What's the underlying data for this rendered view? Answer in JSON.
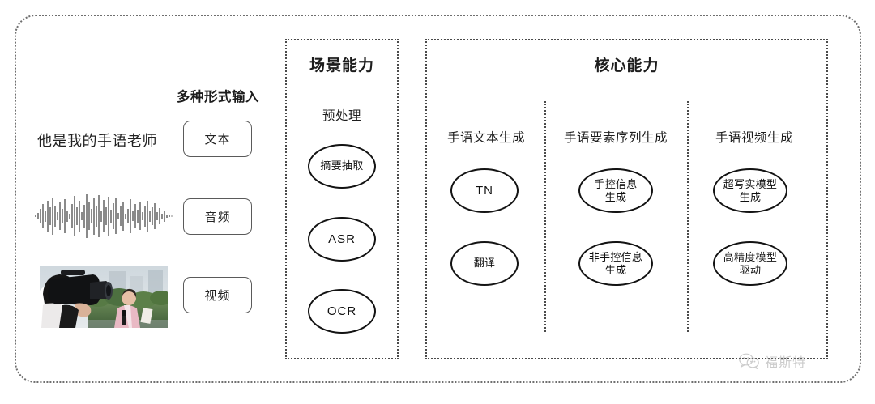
{
  "diagram": {
    "input_section": {
      "heading": "多种形式输入",
      "sample_text": "他是我的手语老师",
      "waveform_icon": "audio-waveform",
      "video_thumbnail_icon": "video-thumbnail",
      "modalities": [
        {
          "label": "文本"
        },
        {
          "label": "音频"
        },
        {
          "label": "视频"
        }
      ]
    },
    "scene_panel": {
      "title": "场景能力",
      "subtitle": "预处理",
      "nodes": [
        {
          "label": "摘要抽取",
          "latin": false
        },
        {
          "label": "ASR",
          "latin": true
        },
        {
          "label": "OCR",
          "latin": true
        }
      ]
    },
    "core_panel": {
      "title": "核心能力",
      "columns": [
        {
          "label": "手语文本生成",
          "nodes": [
            {
              "line1": "TN",
              "line2": "",
              "latin": true
            },
            {
              "line1": "翻译",
              "line2": "",
              "latin": false
            }
          ]
        },
        {
          "label": "手语要素序列生成",
          "nodes": [
            {
              "line1": "手控信息",
              "line2": "生成",
              "latin": false
            },
            {
              "line1": "非手控信息",
              "line2": "生成",
              "latin": false
            }
          ]
        },
        {
          "label": "手语视频生成",
          "nodes": [
            {
              "line1": "超写实模型",
              "line2": "生成",
              "latin": false
            },
            {
              "line1": "高精度模型",
              "line2": "驱动",
              "latin": false
            }
          ]
        }
      ]
    },
    "watermark": {
      "icon": "wechat-icon",
      "text": "福斯特"
    },
    "colors": {
      "frame": "#6f6f6f",
      "panel_border": "#4a4a4a",
      "node_border": "#131313",
      "text": "#1d1d1d",
      "watermark": "#8e8e8e"
    }
  }
}
